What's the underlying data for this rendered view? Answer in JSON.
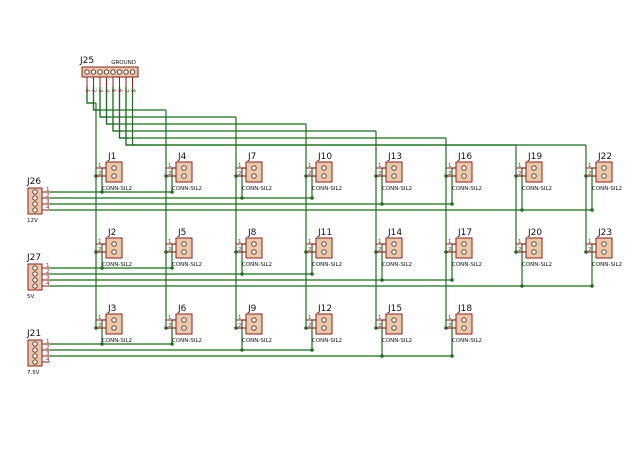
{
  "ground_header": {
    "ref": "J25",
    "label": "GROUND",
    "pins": [
      "1",
      "2",
      "3",
      "4",
      "5",
      "6",
      "7",
      "8"
    ]
  },
  "power_headers": [
    {
      "ref": "J26",
      "rail": "12V",
      "pins": [
        "1",
        "2",
        "3",
        "4"
      ]
    },
    {
      "ref": "J27",
      "rail": "5V",
      "pins": [
        "1",
        "2",
        "3",
        "4"
      ]
    },
    {
      "ref": "J21",
      "rail": "7.5V",
      "pins": [
        "1",
        "2",
        "3",
        "4"
      ]
    }
  ],
  "connectors": [
    {
      "ref": "J1",
      "value": "CONN-SIL2"
    },
    {
      "ref": "J4",
      "value": "CONN-SIL2"
    },
    {
      "ref": "J7",
      "value": "CONN-SIL2"
    },
    {
      "ref": "J10",
      "value": "CONN-SIL2"
    },
    {
      "ref": "J13",
      "value": "CONN-SIL2"
    },
    {
      "ref": "J16",
      "value": "CONN-SIL2"
    },
    {
      "ref": "J19",
      "value": "CONN-SIL2"
    },
    {
      "ref": "J22",
      "value": "CONN-SIL2"
    },
    {
      "ref": "J2",
      "value": "CONN-SIL2"
    },
    {
      "ref": "J5",
      "value": "CONN-SIL2"
    },
    {
      "ref": "J8",
      "value": "CONN-SIL2"
    },
    {
      "ref": "J11",
      "value": "CONN-SIL2"
    },
    {
      "ref": "J14",
      "value": "CONN-SIL2"
    },
    {
      "ref": "J17",
      "value": "CONN-SIL2"
    },
    {
      "ref": "J20",
      "value": "CONN-SIL2"
    },
    {
      "ref": "J23",
      "value": "CONN-SIL2"
    },
    {
      "ref": "J3",
      "value": "CONN-SIL2"
    },
    {
      "ref": "J6",
      "value": "CONN-SIL2"
    },
    {
      "ref": "J9",
      "value": "CONN-SIL2"
    },
    {
      "ref": "J12",
      "value": "CONN-SIL2"
    },
    {
      "ref": "J15",
      "value": "CONN-SIL2"
    },
    {
      "ref": "J18",
      "value": "CONN-SIL2"
    }
  ],
  "connector_pins": [
    "1",
    "2"
  ]
}
